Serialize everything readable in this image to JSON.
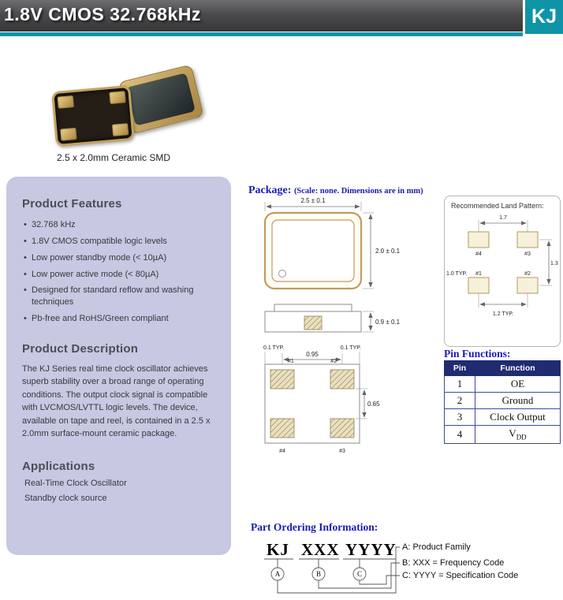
{
  "header": {
    "title": "1.8V CMOS 32.768kHz",
    "logo": "KJ"
  },
  "photo": {
    "caption": "2.5 x 2.0mm Ceramic SMD"
  },
  "features": {
    "heading": "Product Features",
    "items": [
      "32.768 kHz",
      "1.8V CMOS compatible logic levels",
      "Low power standby mode (< 10µA)",
      "Low power active mode (< 80µA)",
      "Designed for standard reflow and washing techniques",
      "Pb-free and RoHS/Green compliant"
    ]
  },
  "description": {
    "heading": "Product Description",
    "text": "The KJ Series real time clock oscillator achieves superb stability over a broad range of operating conditions. The output clock signal is compatible with LVCMOS/LVTTL logic levels.  The device, available on tape and reel, is contained in a 2.5 x 2.0mm surface-mount ceramic package."
  },
  "applications": {
    "heading": "Applications",
    "items": [
      "Real-Time Clock Oscillator",
      "Standby clock source"
    ]
  },
  "package_section": {
    "heading": "Package:",
    "note": "(Scale: none. Dimensions are in mm)",
    "dims": {
      "width": "2.5 ± 0.1",
      "height": "2.0 ± 0.1",
      "thickness": "0.9 ± 0.1",
      "offset_left": "0.1 TYP.",
      "pitch": "0.95",
      "offset_right": "0.1 TYP.",
      "row_gap": "0.65"
    },
    "pins": {
      "p1": "#1",
      "p2": "#2",
      "p3": "#3",
      "p4": "#4"
    }
  },
  "land_pattern": {
    "title": "Recommended Land Pattern:",
    "dims": {
      "width": "1.7",
      "height": "1.3",
      "pad_width": "1.0 TYP.",
      "pitch": "1.2 TYP."
    },
    "pins": {
      "p1": "#1",
      "p2": "#2",
      "p3": "#3",
      "p4": "#4"
    }
  },
  "pin_functions": {
    "heading": "Pin Functions:",
    "columns": [
      "Pin",
      "Function"
    ],
    "rows": [
      [
        "1",
        "OE"
      ],
      [
        "2",
        "Ground"
      ],
      [
        "3",
        "Clock Output"
      ],
      [
        "4",
        "V"
      ]
    ],
    "vdd_subscript": "DD"
  },
  "ordering": {
    "heading": "Part Ordering Information:",
    "segments": [
      "KJ",
      "XXX",
      "YYYY"
    ],
    "circles": [
      "A",
      "B",
      "C"
    ],
    "legend": [
      "A: Product Family",
      "B: XXX = Frequency Code",
      "C: YYYY = Specification Code"
    ]
  }
}
